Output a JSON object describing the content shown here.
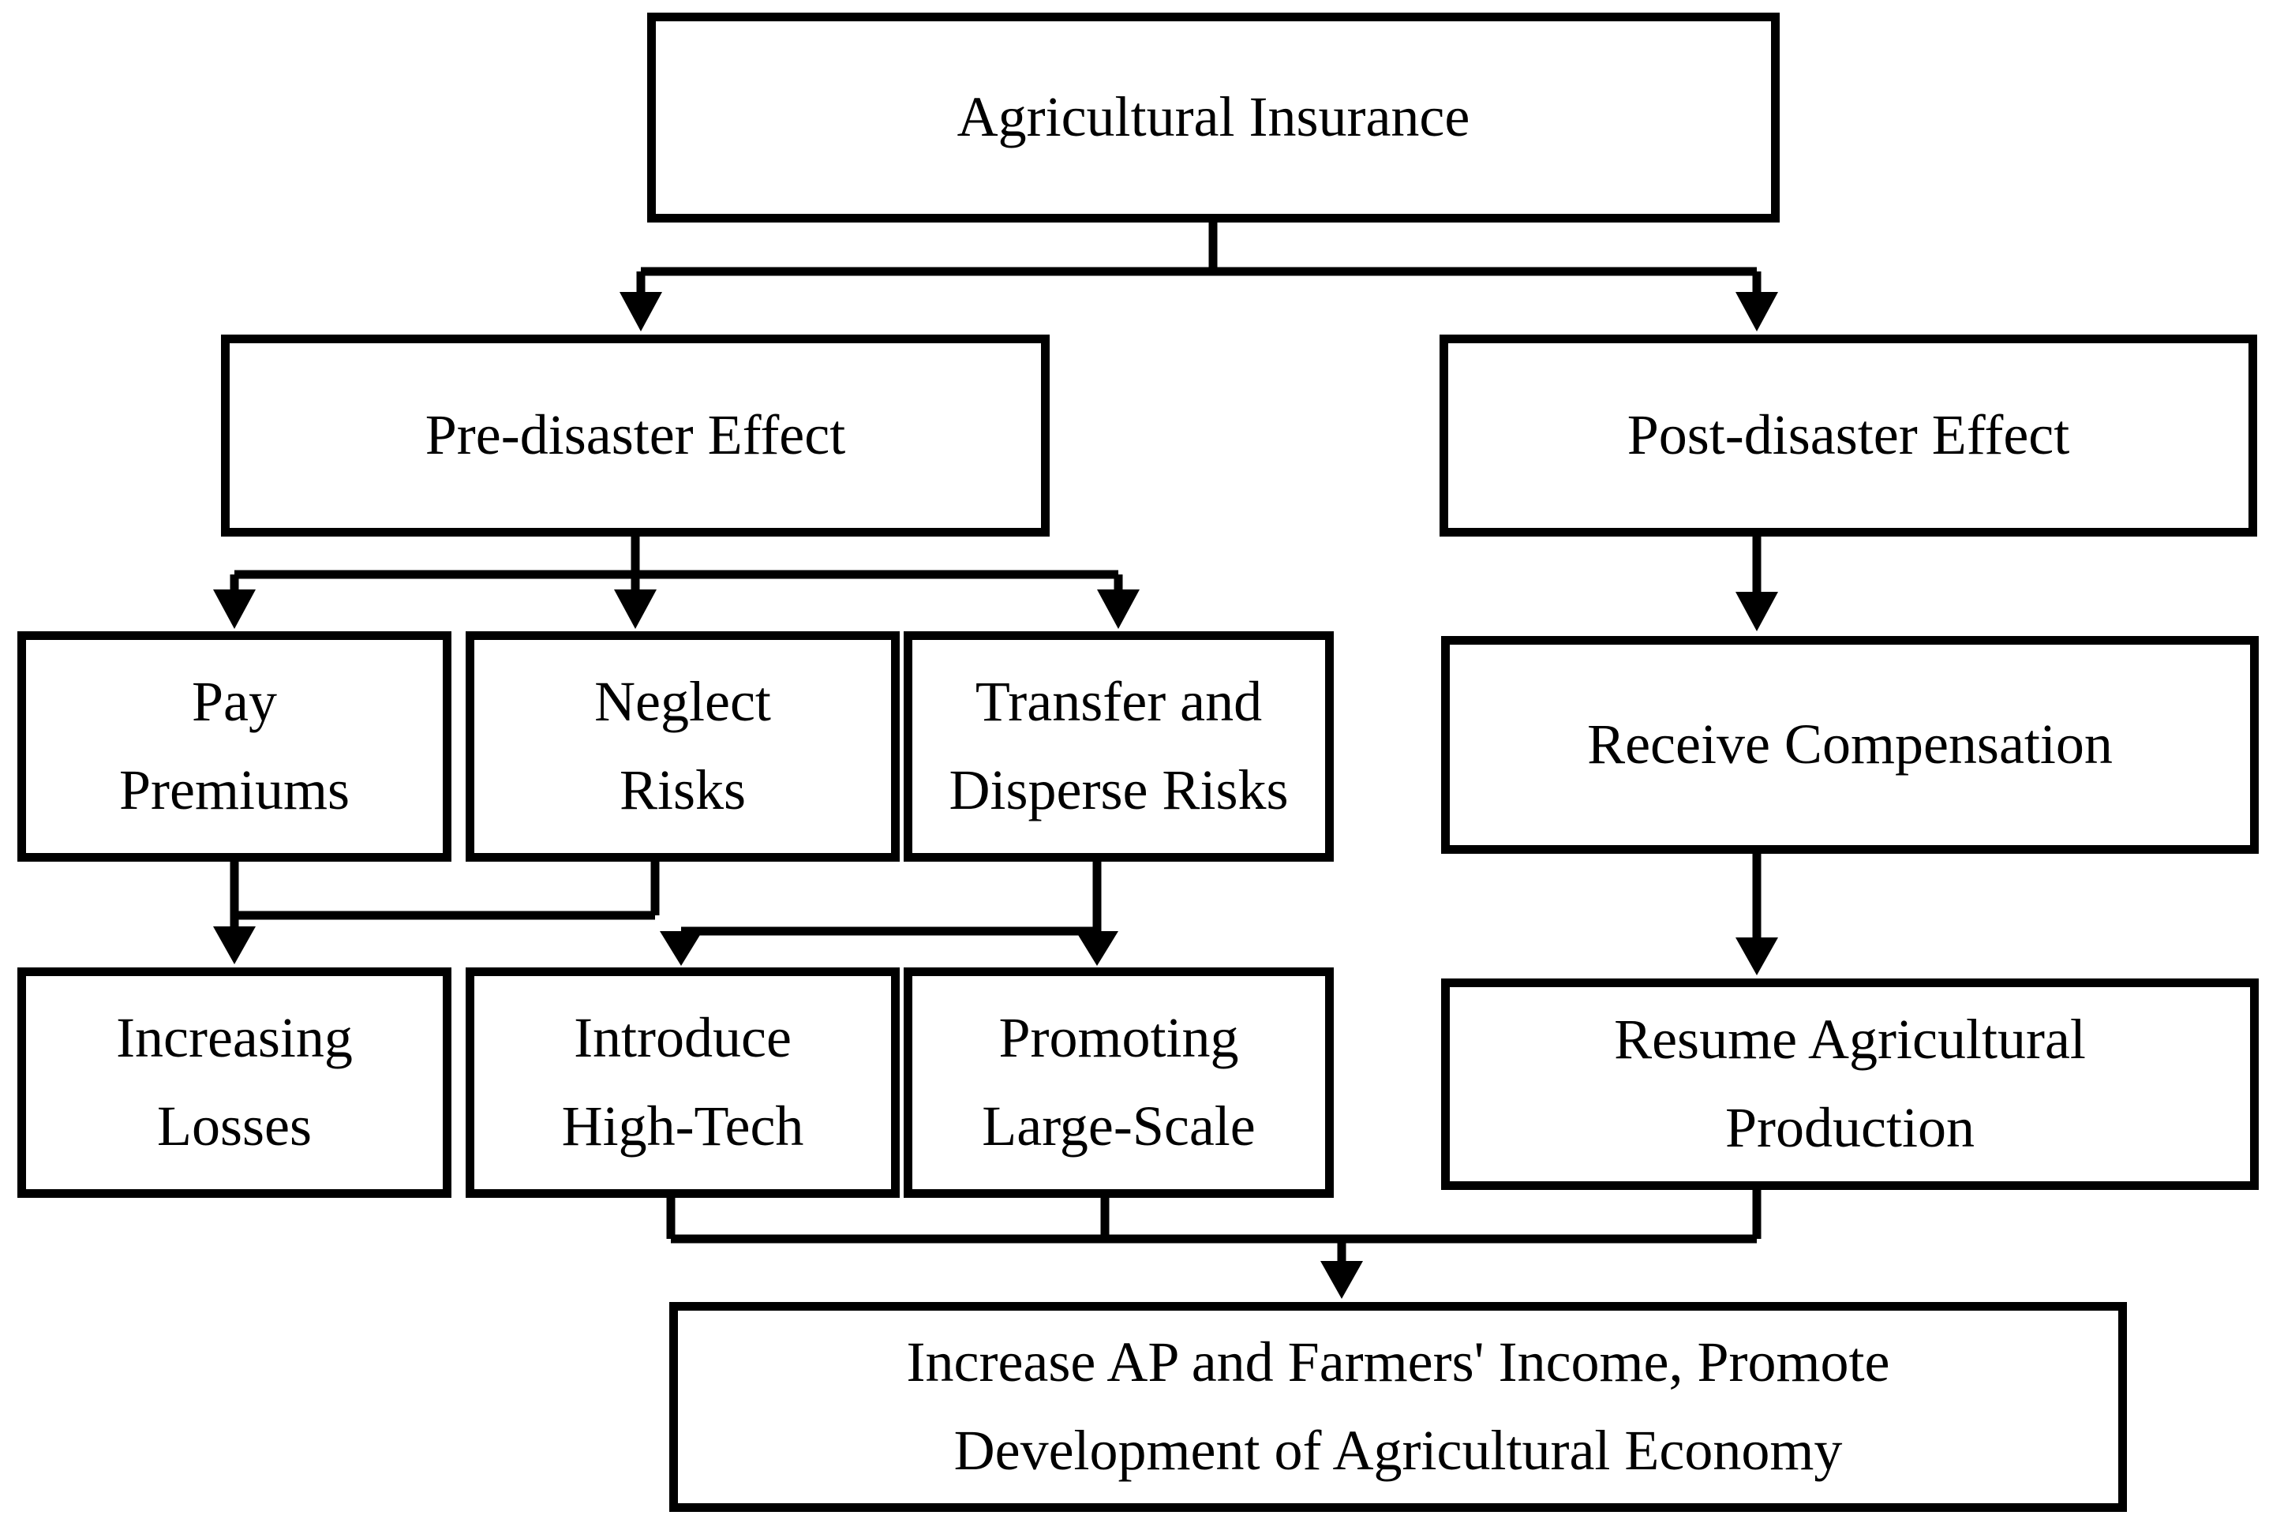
{
  "diagram": {
    "type": "flowchart",
    "colors": {
      "background": "#ffffff",
      "line": "#000000",
      "box_border": "#000000",
      "text": "#000000"
    },
    "nodes": {
      "agricultural_insurance": {
        "label": "Agricultural Insurance"
      },
      "pre_disaster": {
        "label": "Pre-disaster Effect"
      },
      "post_disaster": {
        "label": "Post-disaster Effect"
      },
      "pay_premiums": {
        "label": "Pay\nPremiums"
      },
      "neglect_risks": {
        "label": "Neglect\nRisks"
      },
      "transfer_disperse_risks": {
        "label": "Transfer and\nDisperse Risks"
      },
      "receive_compensation": {
        "label": "Receive Compensation"
      },
      "increasing_losses": {
        "label": "Increasing\nLosses"
      },
      "introduce_high_tech": {
        "label": "Introduce\nHigh-Tech"
      },
      "promoting_large_scale": {
        "label": "Promoting\nLarge-Scale"
      },
      "resume_agricultural_production": {
        "label": "Resume Agricultural\nProduction"
      },
      "increase_ap": {
        "label": "Increase AP and Farmers' Income, Promote\nDevelopment of Agricultural Economy"
      }
    },
    "edges": [
      {
        "from": "agricultural_insurance",
        "to": "pre_disaster"
      },
      {
        "from": "agricultural_insurance",
        "to": "post_disaster"
      },
      {
        "from": "pre_disaster",
        "to": "pay_premiums"
      },
      {
        "from": "pre_disaster",
        "to": "neglect_risks"
      },
      {
        "from": "pre_disaster",
        "to": "transfer_disperse_risks"
      },
      {
        "from": "pay_premiums",
        "to": "increasing_losses"
      },
      {
        "from": "neglect_risks",
        "to": "increasing_losses"
      },
      {
        "from": "transfer_disperse_risks",
        "to": "introduce_high_tech"
      },
      {
        "from": "transfer_disperse_risks",
        "to": "promoting_large_scale"
      },
      {
        "from": "post_disaster",
        "to": "receive_compensation"
      },
      {
        "from": "receive_compensation",
        "to": "resume_agricultural_production"
      },
      {
        "from": "introduce_high_tech",
        "to": "increase_ap"
      },
      {
        "from": "promoting_large_scale",
        "to": "increase_ap"
      },
      {
        "from": "resume_agricultural_production",
        "to": "increase_ap"
      }
    ]
  }
}
